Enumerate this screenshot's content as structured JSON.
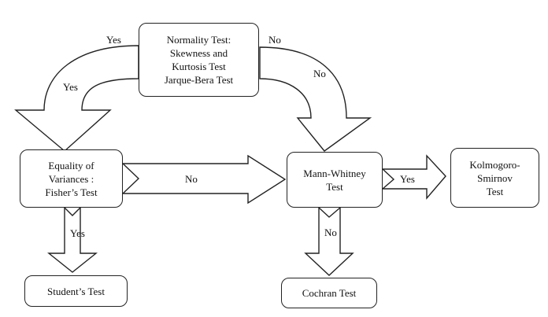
{
  "nodes": {
    "normality": [
      "Normality Test:",
      "Skewness and",
      "Kurtosis Test",
      "Jarque-Bera Test"
    ],
    "fisher": [
      "Equality of",
      "Variances :",
      "Fisher’s Test"
    ],
    "mann_whitney": [
      "Mann-Whitney",
      "Test"
    ],
    "kolmogorov": [
      "Kolmogoro-",
      "Smirnov",
      "Test"
    ],
    "student": [
      "Student’s Test"
    ],
    "cochran": [
      "Cochran Test"
    ]
  },
  "edges": {
    "normality_to_fisher_outer": "Yes",
    "normality_to_fisher_inner": "Yes",
    "normality_to_mann_outer": "No",
    "normality_to_mann_inner": "No",
    "fisher_to_mann": "No",
    "mann_to_kolmogorov": "Yes",
    "fisher_to_student": "Yes",
    "mann_to_cochran": "No"
  }
}
